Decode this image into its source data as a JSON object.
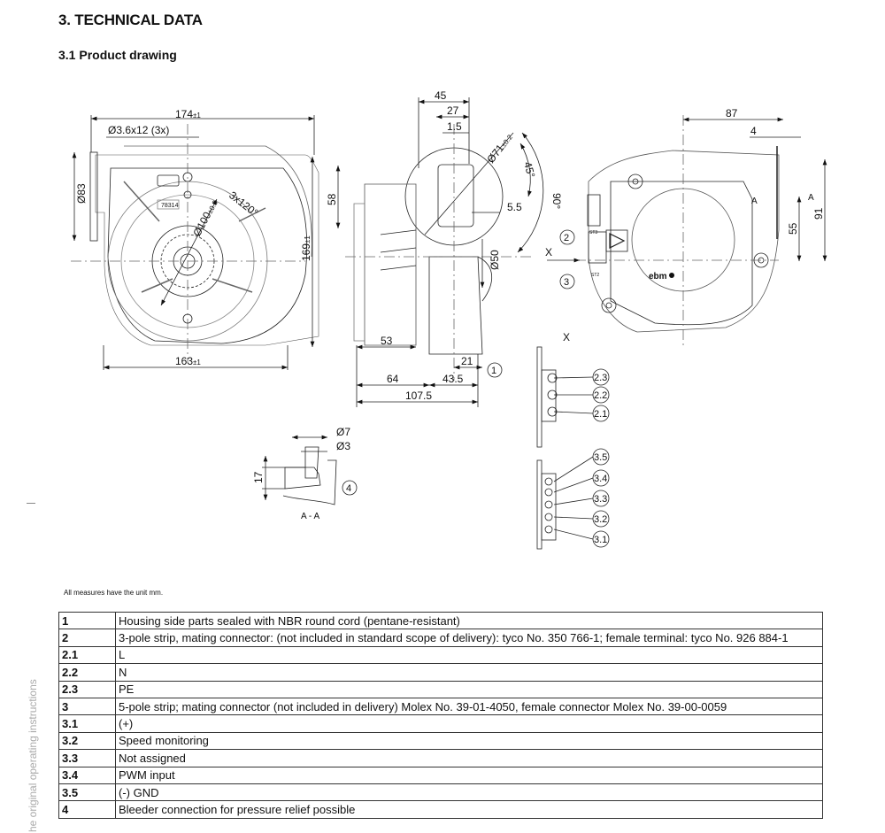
{
  "heading": "3. TECHNICAL DATA",
  "subheading": "3.1 Product drawing",
  "side_text": "he original operating instructions",
  "unit_note": "All measures have the unit mm.",
  "drawing": {
    "front_view": {
      "width_top": "174",
      "width_top_tol": "±1",
      "hole": "Ø3.6x12 (3x)",
      "outlet_dia": "Ø83",
      "height": "169",
      "height_tol": "±1",
      "width_bottom": "163",
      "width_bottom_tol": "±1",
      "inlet_dia": "Ø100",
      "inlet_tol": "±0.3",
      "angle": "3x120°",
      "part_no": "78314"
    },
    "side_view": {
      "d45": "45",
      "d27": "27",
      "d1_5": "1.5",
      "dia71": "Ø71",
      "dia71_tol": "±0.2",
      "ang45": "45°",
      "ang90": "90°",
      "d58": "58",
      "d5_5": "5.5",
      "dia50": "Ø50",
      "d53": "53",
      "d21": "21",
      "d64": "64",
      "d43_5": "43.5",
      "d107_5": "107.5",
      "callout1": "1"
    },
    "rear_view": {
      "d87": "87",
      "d4": "4",
      "d91": "91",
      "d55": "55",
      "sec_a": "A",
      "view_x": "X",
      "callout2": "2",
      "callout3": "3",
      "logo": "ebm",
      "st3": "ST3",
      "st2": "ST2"
    },
    "section": {
      "dia7": "Ø7",
      "dia3": "Ø3",
      "d17": "17",
      "label": "A - A",
      "callout4": "4"
    },
    "view_x_label": "X",
    "pins": [
      "2.3",
      "2.2",
      "2.1",
      "3.5",
      "3.4",
      "3.3",
      "3.2",
      "3.1"
    ]
  },
  "legend": [
    {
      "key": "1",
      "text": "Housing side parts sealed with NBR round cord (pentane-resistant)"
    },
    {
      "key": "2",
      "text": "3-pole strip, mating connector: (not included in standard scope of delivery): tyco No. 350 766-1; female terminal: tyco No. 926 884-1"
    },
    {
      "key": "2.1",
      "text": "L"
    },
    {
      "key": "2.2",
      "text": "N"
    },
    {
      "key": "2.3",
      "text": "PE"
    },
    {
      "key": "3",
      "text": "5-pole strip; mating connector (not included in delivery) Molex No. 39-01-4050, female connector Molex No. 39-00-0059"
    },
    {
      "key": "3.1",
      "text": "(+)"
    },
    {
      "key": "3.2",
      "text": "Speed monitoring"
    },
    {
      "key": "3.3",
      "text": "Not assigned"
    },
    {
      "key": "3.4",
      "text": "PWM input"
    },
    {
      "key": "3.5",
      "text": "(-) GND"
    },
    {
      "key": "4",
      "text": "Bleeder connection for pressure relief possible"
    }
  ]
}
